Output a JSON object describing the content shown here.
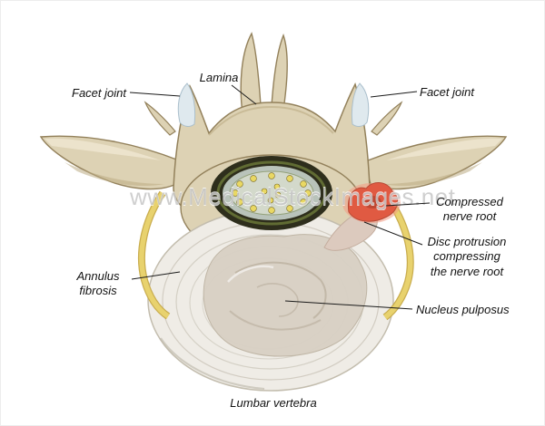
{
  "figure": {
    "watermark": "www.MedicalStockImages.net",
    "caption": "Lumbar vertebra"
  },
  "labels": {
    "facet_joint_left": "Facet joint",
    "lamina": "Lamina",
    "facet_joint_right": "Facet joint",
    "compressed_nerve_root": "Compressed\nnerve root",
    "disc_protrusion": "Disc protrusion\ncompressing\nthe nerve root",
    "annulus_fibrosis": "Annulus\nfibrosis",
    "nucleus_pulposus": "Nucleus pulposus"
  },
  "colors": {
    "bone": "#ddd2b4",
    "boneHi": "#f2ead6",
    "boneSh": "#bcab83",
    "outline": "#93815b",
    "cartilage": "#dfe9ee",
    "disc": "#efece6",
    "nucleus": "#d8d0c4",
    "nerve": "#e8d26e",
    "inflamed": "#e05a42",
    "thecal": "#b9c3ba",
    "rootlet": "#e9d863"
  }
}
